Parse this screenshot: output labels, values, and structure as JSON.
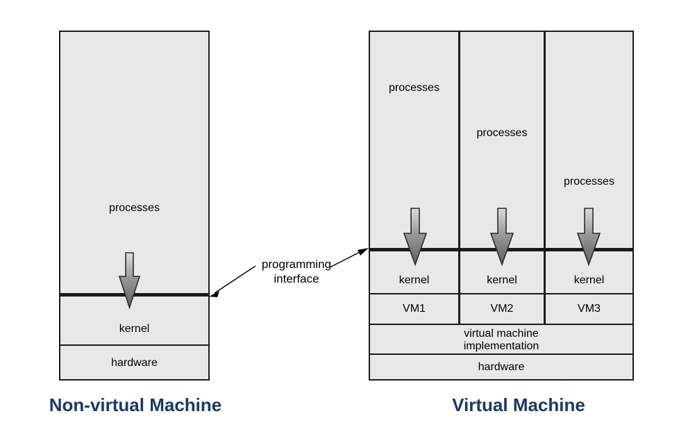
{
  "figure": {
    "title_left": "Non-virtual Machine",
    "title_right": "Virtual Machine",
    "callout": {
      "line1": "programming",
      "line2": "interface"
    },
    "colors": {
      "box_fill": "#e8e8e8",
      "box_stroke": "#1a1a1a",
      "caption": "#1b3a63",
      "arrow_top": "#d9d9d9",
      "arrow_bottom": "#5a5a5a"
    }
  },
  "nonvirtual": {
    "layers": [
      {
        "name": "processes",
        "label": "processes"
      },
      {
        "name": "kernel",
        "label": "kernel"
      },
      {
        "name": "hardware",
        "label": "hardware"
      }
    ],
    "arrow": {
      "name": "syscall-arrow",
      "direction": "down"
    }
  },
  "virtual": {
    "columns": [
      {
        "id": "vm1",
        "processes": "processes",
        "kernel": "kernel",
        "vm": "VM1"
      },
      {
        "id": "vm2",
        "processes": "processes",
        "kernel": "kernel",
        "vm": "VM2"
      },
      {
        "id": "vm3",
        "processes": "processes",
        "kernel": "kernel",
        "vm": "VM3"
      }
    ],
    "shared_layers": [
      {
        "name": "vm-implementation",
        "line1": "virtual machine",
        "line2": "implementation"
      },
      {
        "name": "hardware",
        "label": "hardware"
      }
    ],
    "arrows": [
      {
        "name": "syscall-arrow-vm1",
        "direction": "down"
      },
      {
        "name": "syscall-arrow-vm2",
        "direction": "down"
      },
      {
        "name": "syscall-arrow-vm3",
        "direction": "down"
      }
    ]
  }
}
